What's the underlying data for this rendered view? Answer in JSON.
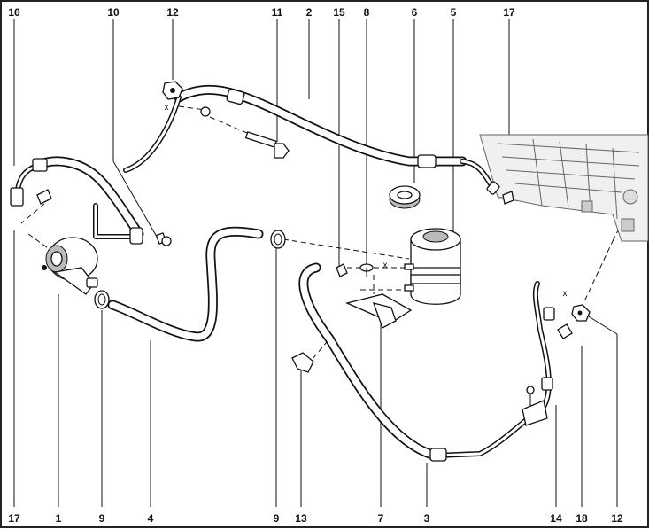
{
  "callouts": {
    "top": [
      "16",
      "10",
      "12",
      "11",
      "2",
      "15",
      "8",
      "6",
      "5",
      "17"
    ],
    "bottom": [
      "17",
      "1",
      "9",
      "4",
      "9",
      "13",
      "7",
      "3",
      "14",
      "18",
      "12"
    ]
  },
  "angle_labels": [
    "x",
    "x",
    "x"
  ]
}
